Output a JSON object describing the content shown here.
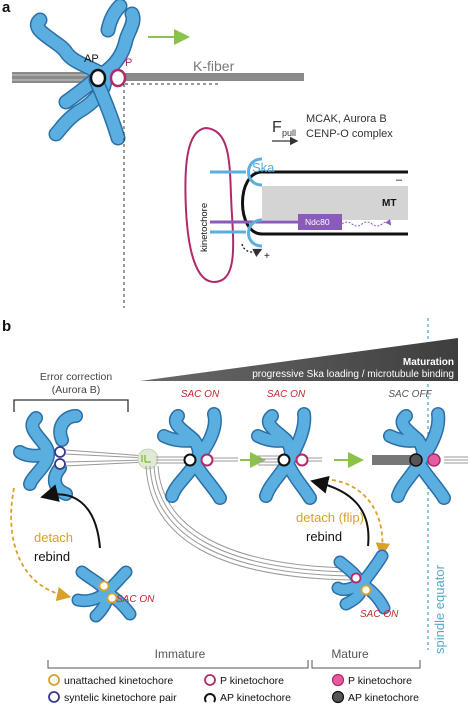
{
  "panel_a": {
    "label": "a",
    "ap_label": "AP",
    "p_label": "P",
    "kfiber_label": "K-fiber",
    "f_symbol": "F",
    "f_subscript": "pull",
    "f_line1": "MCAK, Aurora B",
    "f_line2": "CENP-O complex",
    "ska_label": "Ska",
    "mt_label": "MT",
    "minus_sign": "–",
    "plus_sign": "+",
    "kinetochore_label": "kinetochore",
    "ndc80_label": "Ndc80"
  },
  "panel_b": {
    "label": "b",
    "maturation_title": "Maturation",
    "maturation_subtitle": "progressive Ska loading / microtubule binding",
    "error_correction_line1": "Error correction",
    "error_correction_line2": "(Aurora B)",
    "sac_on_1": "SAC ON",
    "sac_on_2": "SAC ON",
    "sac_off": "SAC OFF",
    "sac_on_detached": "SAC ON",
    "sac_on_bottom_right": "SAC ON",
    "detach_label": "detach",
    "rebind_label": "rebind",
    "detach_flip_label": "detach (flip)",
    "rebind_label_2": "rebind",
    "spindle_equator_label": "spindle equator"
  },
  "legend": {
    "immature_title": "Immature",
    "mature_title": "Mature",
    "unattached": "unattached kinetochore",
    "syntelic": "syntelic kinetochore pair",
    "p_kinetochore": "P kinetochore",
    "ap_kinetochore": "AP kinetochore",
    "mature_p": "P kinetochore",
    "mature_ap": "AP kinetochore"
  },
  "colors": {
    "chromosome": "#5aaee0",
    "chromosome_stroke": "#2b6fa6",
    "magenta": "#b02a6a",
    "magenta_fill": "#e55aa0",
    "green_arrow": "#8bc34a",
    "orange": "#d9a12a",
    "purple": "#8a5bb8",
    "navy": "#3a3a8a",
    "teal": "#5aa8c8",
    "red_text": "#c0282f",
    "dark_grey": "#4a4a4a",
    "mt_grey": "#d4d4d4"
  }
}
